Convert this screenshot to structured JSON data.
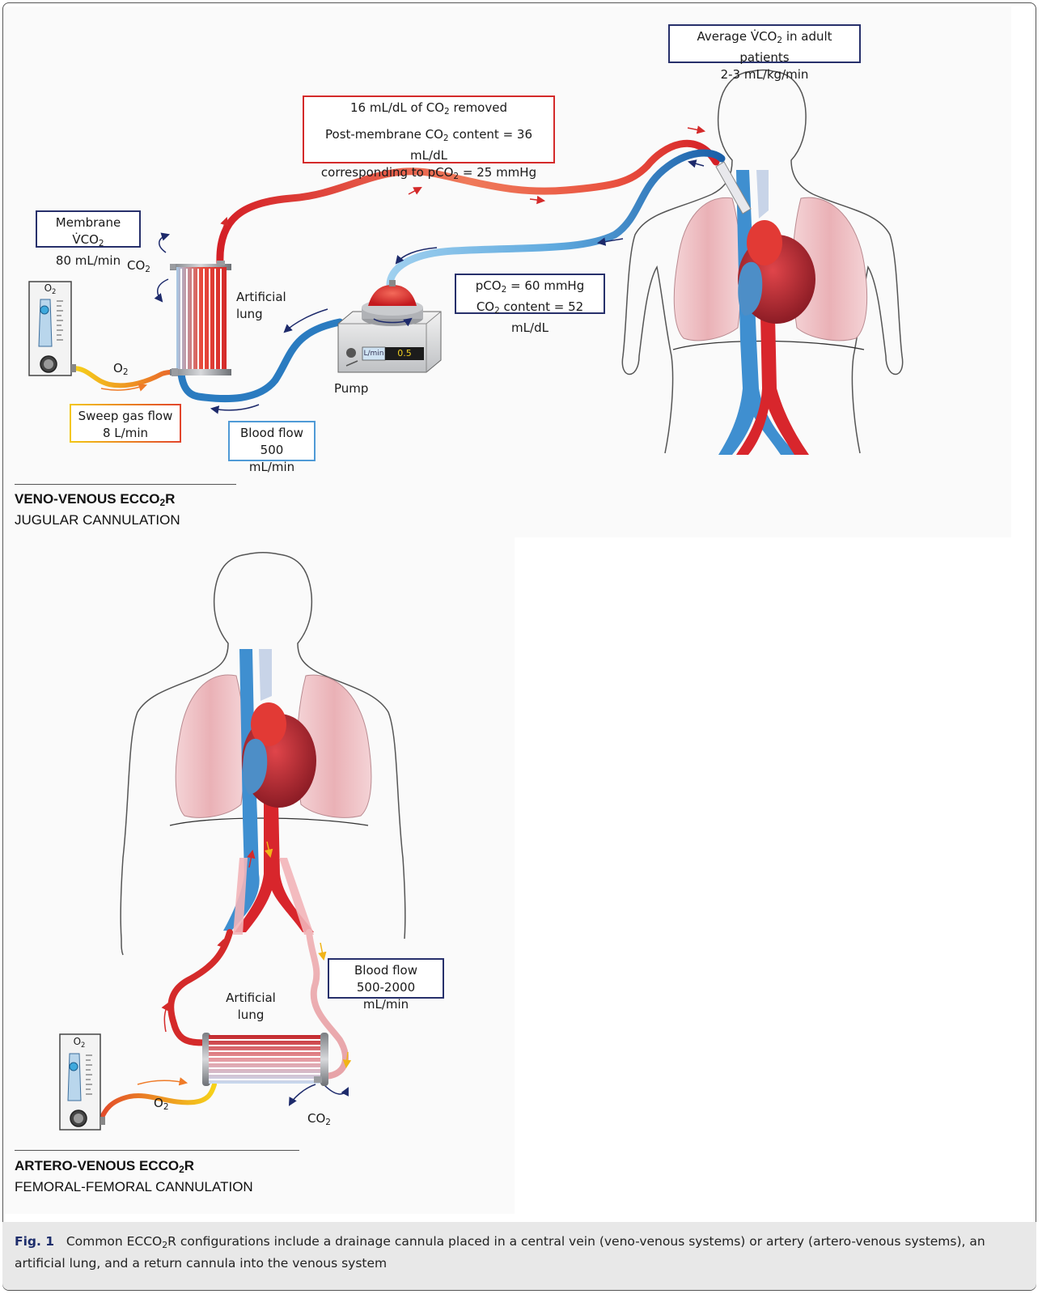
{
  "top_panel": {
    "title_bold": "VENO-VENOUS ECCO",
    "title_bold_sub": "2",
    "title_bold_end": "R",
    "subtitle": "JUGULAR CANNULATION",
    "labels": {
      "avg_vco2_line1": "Average V̇CO",
      "avg_vco2_sub": "2",
      "avg_vco2_end": " in adult patients",
      "avg_vco2_line2": "2-3 mL/kg/min",
      "co2_removed_pre": "16 mL/dL of CO",
      "co2_removed_sub": "2",
      "co2_removed_end": " removed",
      "post_membrane_pre": "Post-membrane CO",
      "post_membrane_sub": "2",
      "post_membrane_end": " content = 36 mL/dL",
      "corresponding_pre": "corresponding to pCO",
      "corresponding_sub": "2",
      "corresponding_end": " = 25 mmHg",
      "membrane_vco2_pre": "Membrane V̇CO",
      "membrane_vco2_sub": "2",
      "membrane_vco2_line2": "80 mL/min",
      "pco2_pre": "pCO",
      "pco2_sub": "2",
      "pco2_end": " = 60 mmHg",
      "co2content_pre": "CO",
      "co2content_sub": "2",
      "co2content_end": " content = 52 mL/dL",
      "artificial_lung_1": "Artificial",
      "artificial_lung_2": "lung",
      "pump": "Pump",
      "pump_unit": "L/min",
      "pump_value": "0.5",
      "co2_gas": "CO",
      "co2_gas_sub": "2",
      "o2_gas": "O",
      "o2_gas_sub": "2",
      "flowmeter_o2": "O",
      "flowmeter_o2_sub": "2",
      "sweep_line1": "Sweep gas flow",
      "sweep_line2": "8 L/min",
      "blood_flow_line1": "Blood flow",
      "blood_flow_line2": "500 mL/min"
    }
  },
  "bottom_panel": {
    "title_bold": "ARTERO-VENOUS ECCO",
    "title_bold_sub": "2",
    "title_bold_end": "R",
    "subtitle": "FEMORAL-FEMORAL CANNULATION",
    "labels": {
      "artificial_lung_1": "Artificial",
      "artificial_lung_2": "lung",
      "blood_flow_line1": "Blood flow",
      "blood_flow_line2": "500-2000 mL/min",
      "o2_gas": "O",
      "o2_gas_sub": "2",
      "co2_gas": "CO",
      "co2_gas_sub": "2",
      "flowmeter_o2": "O",
      "flowmeter_o2_sub": "2"
    }
  },
  "caption": {
    "fig_label": "Fig. 1",
    "text_pre": "Common ECCO",
    "text_sub": "2",
    "text_post": "R configurations include a drainage cannula placed in a central vein (veno-venous systems) or artery (artero-venous systems), an artificial lung, and a return cannula into the venous system"
  },
  "colors": {
    "arterial_red": "#d8262c",
    "venous_blue": "#1f6fb5",
    "light_blue": "#7fbde6",
    "navy_box": "#27306b",
    "red_box": "#d42a2a",
    "lung_pink": "#eab6bb",
    "sweep_yellow": "#f3c613",
    "sweep_orange": "#e2452b"
  }
}
